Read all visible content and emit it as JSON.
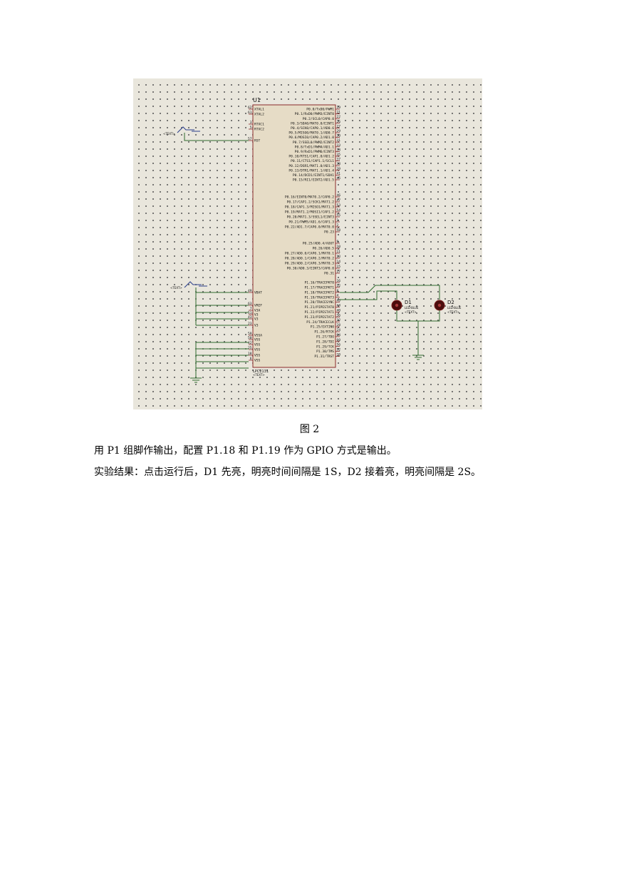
{
  "figure": {
    "chip_ref": "U1",
    "chip_part": "LPC2131",
    "text_placeholder": "<TEXT>",
    "left_pins": [
      {
        "num": "62",
        "name": "XTAL1"
      },
      {
        "num": "61",
        "name": "XTAL2"
      },
      {
        "num": "3",
        "name": "RTXC1"
      },
      {
        "num": "5",
        "name": "RTXC2"
      },
      {
        "num": "57",
        "name": "RST"
      },
      {
        "num": "49",
        "name": "VBAT"
      },
      {
        "num": "63",
        "name": "VREF"
      },
      {
        "num": "7",
        "name": "V3A"
      },
      {
        "num": "51",
        "name": "V3"
      },
      {
        "num": "43",
        "name": "V3"
      },
      {
        "num": "23",
        "name": "V3"
      },
      {
        "num": "59",
        "name": "VSSA"
      },
      {
        "num": "50",
        "name": "VSS"
      },
      {
        "num": "42",
        "name": "VSS"
      },
      {
        "num": "25",
        "name": "VSS"
      },
      {
        "num": "18",
        "name": "VSS"
      },
      {
        "num": "6",
        "name": "VSS"
      }
    ],
    "right_pins_p0_a": [
      {
        "name": "P0.0/TxD0/PWM1",
        "num": "19"
      },
      {
        "name": "P0.1/RxD0/PWM3/EINT0",
        "num": "21"
      },
      {
        "name": "P0.2/SCL0/CAP0.0",
        "num": "22"
      },
      {
        "name": "P0.3/SDA0/MAT0.0/EINT1",
        "num": "26"
      },
      {
        "name": "P0.4/SCK0/CAP0.1/AD0.6",
        "num": "27"
      },
      {
        "name": "P0.5/MISO0/MAT0.1/AD0.7",
        "num": "29"
      },
      {
        "name": "P0.6/MOSI0/CAP0.2/AD1.0",
        "num": "30"
      },
      {
        "name": "P0.7/SSEL0/PWM2/EINT2",
        "num": "31"
      },
      {
        "name": "P0.8/TxD1/PWM4/AD1.1",
        "num": "33"
      },
      {
        "name": "P0.9/RxD1/PWM6/EINT3",
        "num": "34"
      },
      {
        "name": "P0.10/RTS1/CAP1.0/AD1.2",
        "num": "35"
      },
      {
        "name": "P0.11/CTS1/CAP1.1/SCL1",
        "num": "37"
      },
      {
        "name": "P0.12/DSR1/MAT1.0/AD1.3",
        "num": "38"
      },
      {
        "name": "P0.13/DTR1/MAT1.1/AD1.4",
        "num": "39"
      },
      {
        "name": "P0.14/DCD1/EINT1/SDA1",
        "num": "41"
      },
      {
        "name": "P0.15/RI1/EINT2/AD1.5",
        "num": "45"
      }
    ],
    "right_pins_p0_b": [
      {
        "name": "P0.16/EINT0/MAT0.2/CAP0.2",
        "num": "46"
      },
      {
        "name": "P0.17/CAP1.2/SCK1/MAT1.2",
        "num": "47"
      },
      {
        "name": "P0.18/CAP1.3/MISO1/MAT1.3",
        "num": "53"
      },
      {
        "name": "P0.19/MAT1.2/MOSI1/CAP1.2",
        "num": "54"
      },
      {
        "name": "P0.20/MAT1.3/SSEL1/EINT3",
        "num": "55"
      },
      {
        "name": "P0.21/PWM5/AD1.6/CAP1.3",
        "num": "1"
      },
      {
        "name": "P0.22/AD1.7/CAP0.0/MAT0.0",
        "num": "2"
      },
      {
        "name": "P0.23",
        "num": "58"
      }
    ],
    "right_pins_p0_c": [
      {
        "name": "P0.25/AD0.4/AOUT",
        "num": "9"
      },
      {
        "name": "P0.26/AD0.5",
        "num": "10"
      },
      {
        "name": "P0.27/AD0.0/CAP0.1/MAT0.1",
        "num": "11"
      },
      {
        "name": "P0.28/AD0.1/CAP0.2/MAT0.2",
        "num": "13"
      },
      {
        "name": "P0.29/AD0.2/CAP0.3/MAT0.3",
        "num": "14"
      },
      {
        "name": "P0.30/AD0.3/EINT3/CAP0.0",
        "num": "15"
      },
      {
        "name": "P0.31",
        "num": "17"
      }
    ],
    "right_pins_p1": [
      {
        "name": "P1.16/TRACEPKT0",
        "num": "16"
      },
      {
        "name": "P1.17/TRACEPKT1",
        "num": "12"
      },
      {
        "name": "P1.18/TRACEPKT2",
        "num": "8"
      },
      {
        "name": "P1.19/TRACEPKT3",
        "num": "4"
      },
      {
        "name": "P1.20/TRACESYNC",
        "num": "48"
      },
      {
        "name": "P1.21/PIPESTAT0",
        "num": "44"
      },
      {
        "name": "P1.22/PIPESTAT1",
        "num": "40"
      },
      {
        "name": "P1.23/PIPESTAT2",
        "num": "36"
      },
      {
        "name": "P1.24/TRACECLK",
        "num": "32"
      },
      {
        "name": "P1.25/EXTIN0",
        "num": "28"
      },
      {
        "name": "P1.26/RTCK",
        "num": "24"
      },
      {
        "name": "P1.27/TDO",
        "num": "64"
      },
      {
        "name": "P1.28/TDI",
        "num": "60"
      },
      {
        "name": "P1.29/TCK",
        "num": "56"
      },
      {
        "name": "P1.30/TMS",
        "num": "52"
      },
      {
        "name": "P1.31/TRST",
        "num": "20"
      }
    ],
    "leds": [
      {
        "ref": "D1",
        "part": "LED-BLUE"
      },
      {
        "ref": "D2",
        "part": "LED-BLUE"
      }
    ]
  },
  "caption": "图 2",
  "paragraphs": [
    "用 P1 组脚作输出，配置 P1.18 和 P1.19 作为 GPIO 方式是输出。",
    "实验结果：点击运行后，D1 先亮，明亮时间间隔是 1S，D2 接着亮，明亮间隔是 2S。"
  ]
}
